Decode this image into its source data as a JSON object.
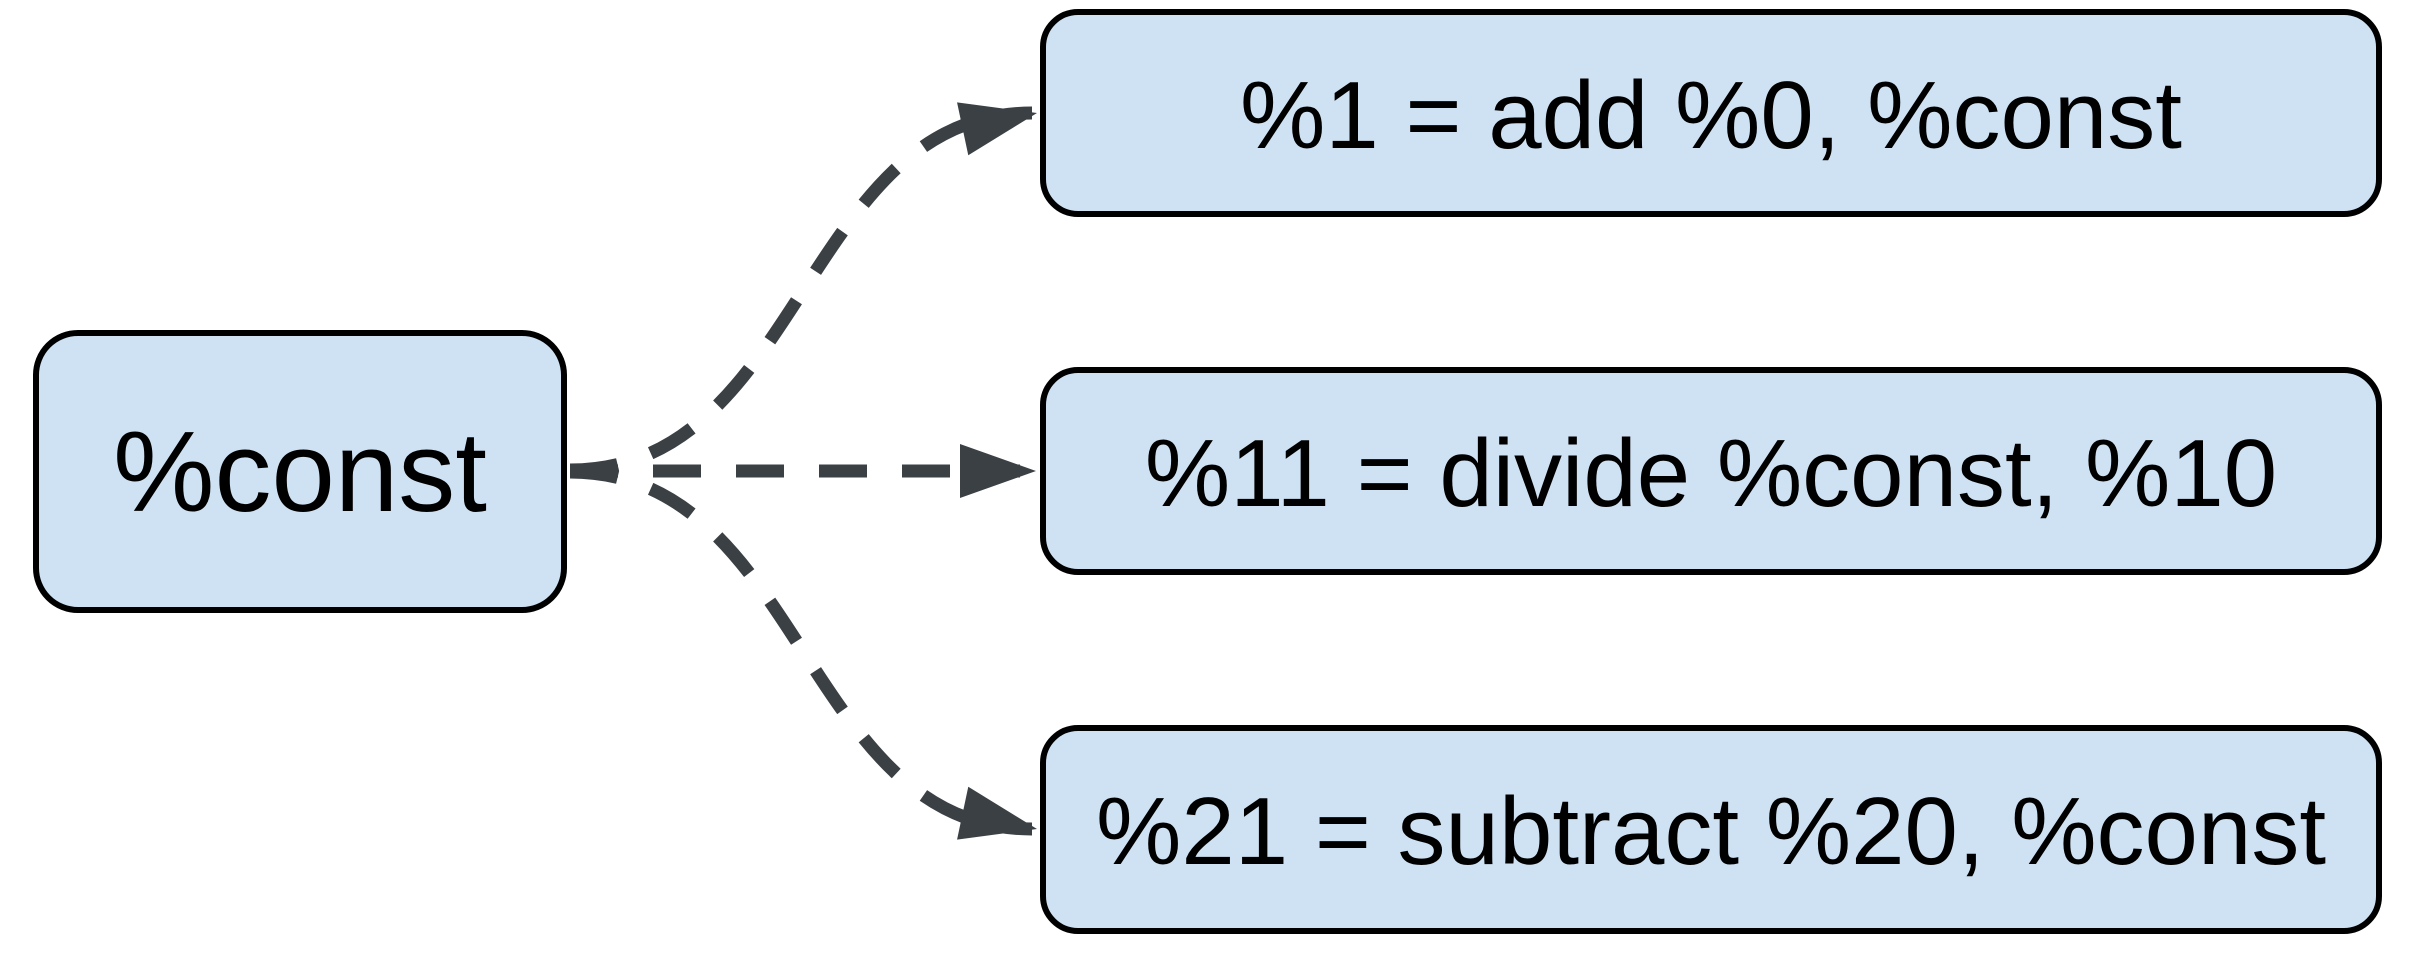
{
  "diagram": {
    "source_node": {
      "label": "%const"
    },
    "target_nodes": [
      {
        "label": "%1 = add %0, %const"
      },
      {
        "label": "%11 = divide %const, %10"
      },
      {
        "label": "%21 = subtract %20, %const"
      }
    ],
    "edges": [
      {
        "from": "%const",
        "to": "%1 = add %0, %const",
        "style": "dashed-arrow"
      },
      {
        "from": "%const",
        "to": "%11 = divide %const, %10",
        "style": "dashed-arrow"
      },
      {
        "from": "%const",
        "to": "%21 = subtract %20, %const",
        "style": "dashed-arrow"
      }
    ],
    "colors": {
      "node_fill": "#cfe2f3",
      "node_border": "#000000",
      "edge": "#3b4045",
      "text": "#000000",
      "background": "#ffffff"
    }
  }
}
